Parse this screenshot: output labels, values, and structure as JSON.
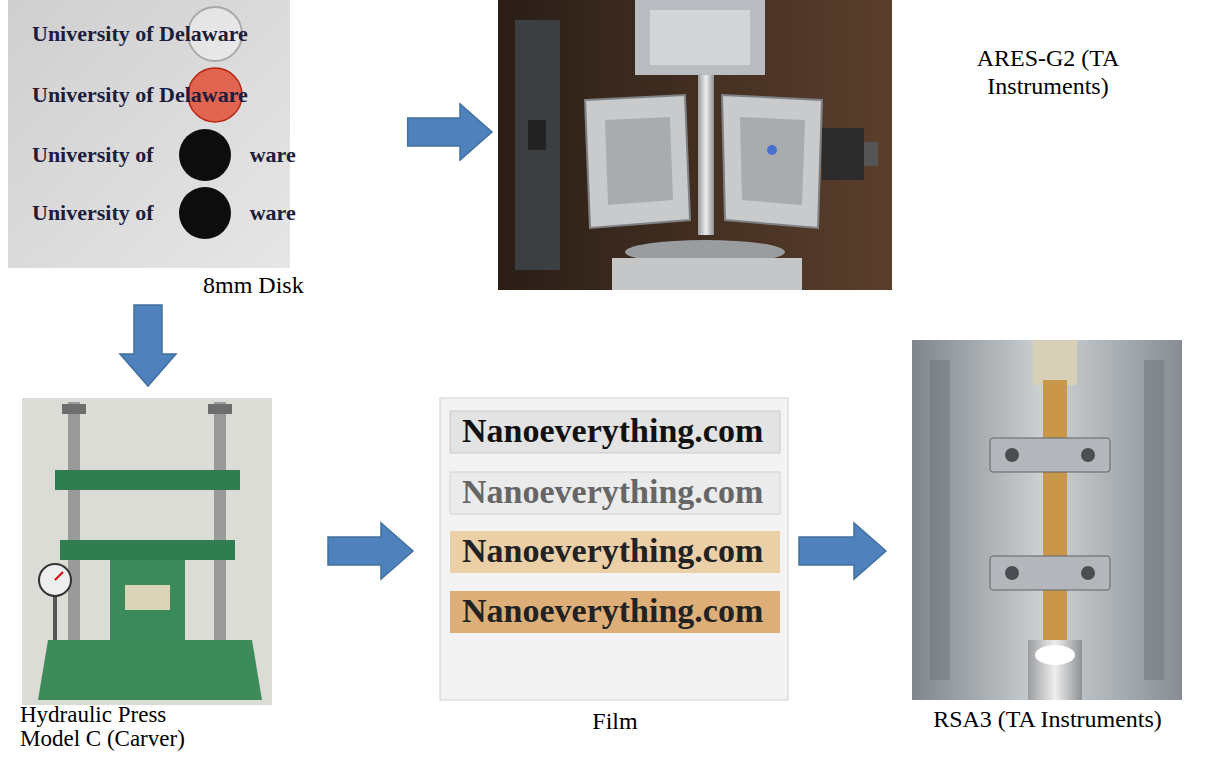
{
  "diagram": {
    "nodes": [
      {
        "text": [
          "University of Delaware",
          "University of Delaware",
          "University of",
          "ware",
          "University of",
          "ware",
          "8mm Disk"
        ]
      },
      {
        "text": [
          "ARES-G2 (TA Instruments)"
        ]
      },
      {
        "text": [
          "Hydraulic Press Model C (Carver)"
        ]
      },
      {
        "text": [
          "Nanoeverything.com",
          "Nanoeverything.com",
          "Nanoeverything.com",
          "Nanoeverything.com",
          "Film"
        ]
      },
      {
        "text": [
          "RSA3 (TA Instruments)"
        ]
      }
    ],
    "edges": [
      {
        "from": 0,
        "to": 1,
        "arrow": "to"
      },
      {
        "from": 0,
        "to": 2,
        "arrow": "to"
      },
      {
        "from": 2,
        "to": 3,
        "arrow": "to"
      },
      {
        "from": 3,
        "to": 4,
        "arrow": "to"
      }
    ]
  }
}
